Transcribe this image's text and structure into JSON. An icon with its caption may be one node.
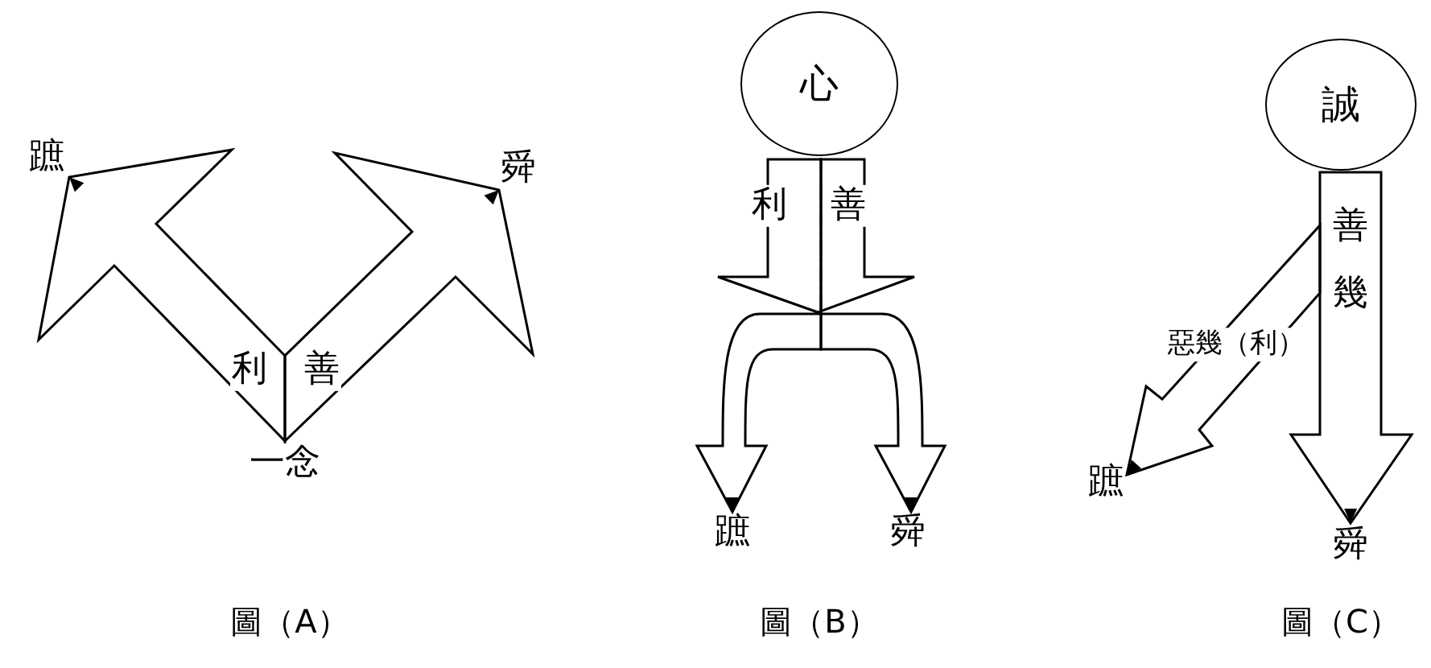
{
  "diagram": {
    "nodes": [
      {
        "text": [
          "蹠"
        ]
      },
      {
        "text": [
          "舜"
        ]
      },
      {
        "text": [
          "一念"
        ]
      },
      {
        "text": [
          "心"
        ]
      },
      {
        "text": [
          "蹠"
        ]
      },
      {
        "text": [
          "舜"
        ]
      },
      {
        "text": [
          "誠"
        ]
      },
      {
        "text": [
          "蹠"
        ]
      },
      {
        "text": [
          "舜"
        ]
      }
    ],
    "edges": [
      {
        "from": 2,
        "to": 0,
        "arrow": "to",
        "label": "利"
      },
      {
        "from": 2,
        "to": 1,
        "arrow": "to",
        "label": "善"
      },
      {
        "from": 3,
        "to": 4,
        "arrow": "to",
        "label": "利"
      },
      {
        "from": 3,
        "to": 5,
        "arrow": "to",
        "label": "善"
      },
      {
        "from": 6,
        "to": 7,
        "arrow": "to",
        "label": "惡幾（利）"
      },
      {
        "from": 6,
        "to": 8,
        "arrow": "to",
        "label": "善幾"
      }
    ],
    "labels": [
      "圖（A）",
      "圖（B）",
      "圖（C）"
    ]
  }
}
